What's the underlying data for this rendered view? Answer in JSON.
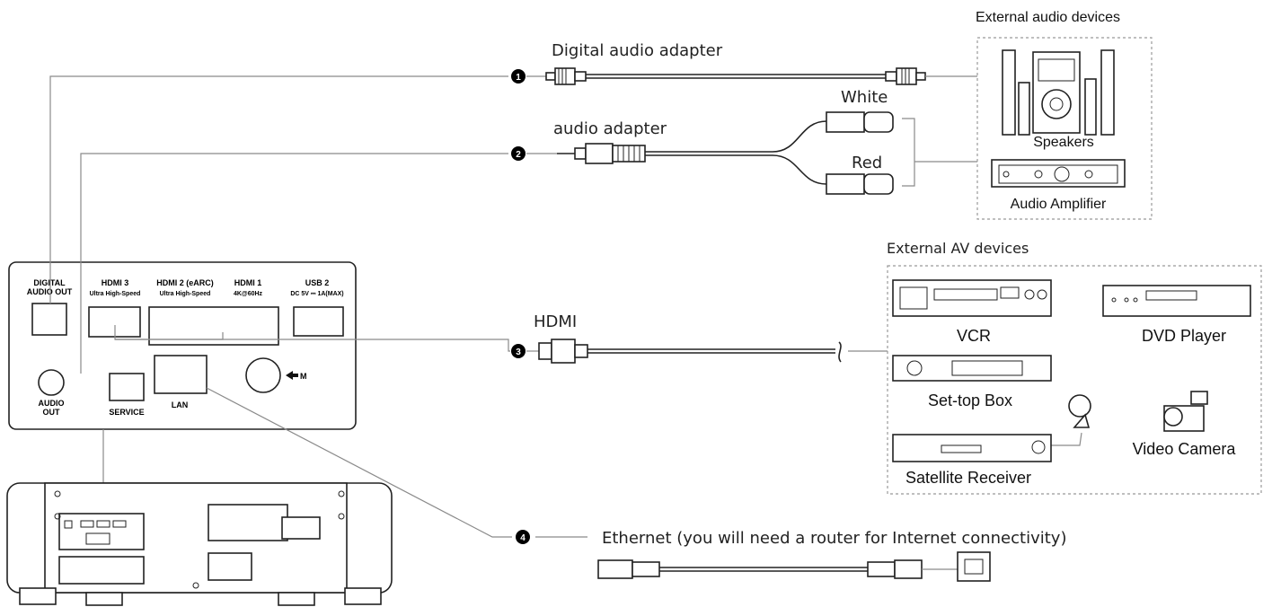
{
  "panel": {
    "port_digital_audio": "DIGITAL\nAUDIO OUT",
    "port_hdmi3": "HDMI 3",
    "port_hdmi3_sub": "Ultra High-Speed",
    "port_hdmi2": "HDMI 2 (eARC)",
    "port_hdmi2_sub": "Ultra High-Speed",
    "port_hdmi1": "HDMI 1",
    "port_hdmi1_sub": "4K@60Hz",
    "port_usb2": "USB 2",
    "port_usb2_sub": "DC 5V ⎓ 1A(MAX)",
    "port_audio_out": "AUDIO\nOUT",
    "port_service": "SERVICE",
    "port_lan": "LAN",
    "port_m": "M"
  },
  "connections": [
    {
      "number": "1",
      "label": "Digital audio adapter"
    },
    {
      "number": "2",
      "label": "audio adapter"
    },
    {
      "number": "3",
      "label": "HDMI"
    },
    {
      "number": "4",
      "label": "Ethernet (you will need a router for Internet connectivity)"
    }
  ],
  "rca": {
    "white": "White",
    "red": "Red"
  },
  "audio_group": {
    "title": "External audio devices",
    "speakers": "Speakers",
    "amplifier": "Audio Amplifier"
  },
  "av_group": {
    "title": "External AV devices",
    "vcr": "VCR",
    "dvd": "DVD Player",
    "settop": "Set-top Box",
    "satellite": "Satellite Receiver",
    "camera": "Video Camera"
  }
}
